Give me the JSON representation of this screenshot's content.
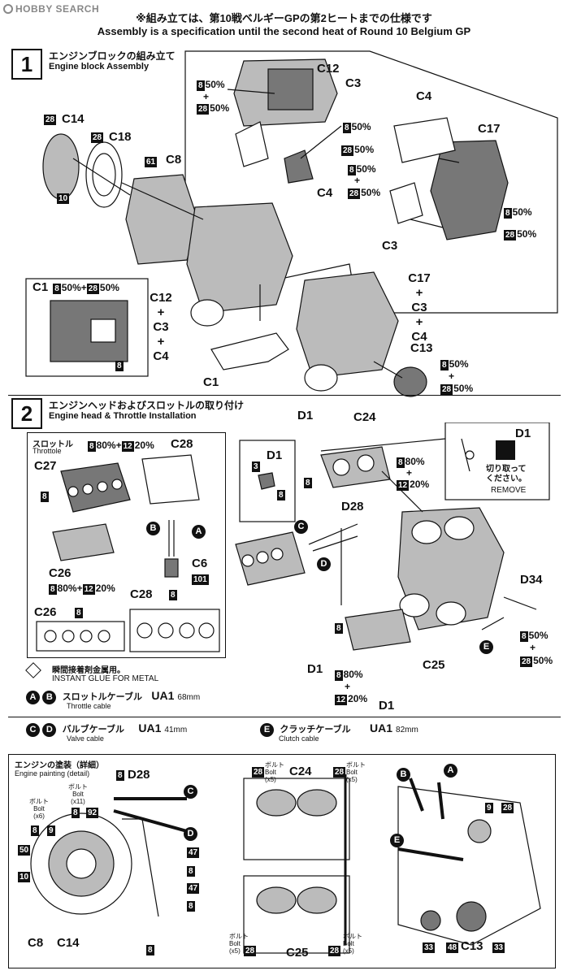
{
  "watermark": "HOBBY SEARCH",
  "header": {
    "jp": "※組み立ては、第10戦ベルギーGPの第2ヒートまでの仕様です",
    "en": "Assembly is a specification until the second heat of Round 10 Belgium GP"
  },
  "step1": {
    "number": "1",
    "title_jp": "エンジンブロックの組み立て",
    "title_en": "Engine block Assembly",
    "labels": {
      "c12": "C12",
      "c3a": "C3",
      "c4a": "C4",
      "c17a": "C17",
      "c4b": "C4",
      "c3b": "C3",
      "c14": "C14",
      "c18": "C18",
      "c8": "C8",
      "c1": "C1",
      "c13": "C13",
      "c12_stack": [
        "C12",
        "+",
        "C3",
        "+",
        "C4"
      ],
      "c17_stack": [
        "C17",
        "+",
        "C3",
        "+",
        "C4"
      ]
    },
    "codes": {
      "n28": "28",
      "n10": "10",
      "n61": "61",
      "n8": "8"
    },
    "mix_a": {
      "c1": "8",
      "p1": "50%",
      "c2": "28",
      "p2": "50%"
    },
    "c1_detail": {
      "label": "C1",
      "c1": "8",
      "p1": "50%",
      "plus": "+",
      "c2": "28",
      "p2": "50%",
      "code": "8"
    }
  },
  "step2": {
    "number": "2",
    "title_jp": "エンジンヘッドおよびスロットルの取り付け",
    "title_en": "Engine head & Throttle Installation",
    "throttle_jp": "スロットル",
    "throttle_en": "Throttole",
    "throttle_mix": {
      "c1": "8",
      "p1": "80%",
      "plus": "+",
      "c2": "12",
      "p2": "20%"
    },
    "labels": {
      "c28": "C28",
      "c27": "C27",
      "c26": "C26",
      "c6": "C6",
      "c26b": "C26",
      "c28b": "C28",
      "d1a": "D1",
      "d1b": "D1",
      "d1c": "D1",
      "d1d": "D1",
      "d1e": "D1",
      "c24": "C24",
      "d28": "D28",
      "d34": "D34",
      "c25": "C25"
    },
    "codes": {
      "n8": "8",
      "n101": "101",
      "n3": "3"
    },
    "circles": {
      "a": "A",
      "b": "B",
      "c": "C",
      "d": "D",
      "e": "E"
    },
    "remove_jp": "切り取って\nください。",
    "remove_en": "REMOVE",
    "glue_jp": "瞬間接着剤金属用。",
    "glue_en": "INSTANT GLUE FOR METAL"
  },
  "cables": [
    {
      "circles": [
        "A",
        "B"
      ],
      "jp": "スロットルケーブル",
      "en": "Throttle cable",
      "code": "UA1",
      "len": "68mm"
    },
    {
      "circles": [
        "C",
        "D"
      ],
      "jp": "バルブケーブル",
      "en": "Valve cable",
      "code": "UA1",
      "len": "41mm"
    },
    {
      "circles": [
        "E"
      ],
      "jp": "クラッチケーブル",
      "en": "Clutch cable",
      "code": "UA1",
      "len": "82mm"
    }
  ],
  "painting": {
    "title_jp": "エンジンの塗装（詳細）",
    "title_en": "Engine painting (detail)",
    "bolt_jp": "ボルト",
    "bolt_en": "Bolt",
    "x6": "(x6)",
    "x11": "(x11)",
    "x5": "(x5)",
    "labels": {
      "d28": "D28",
      "c8": "C8",
      "c14": "C14",
      "c24": "C24",
      "c25": "C25",
      "c13": "C13"
    },
    "codes": {
      "n8": "8",
      "n9": "9",
      "n92": "92",
      "n50": "50",
      "n10": "10",
      "n47": "47",
      "n28": "28",
      "n33": "33",
      "n48": "48"
    }
  },
  "colors": {
    "ink": "#111111",
    "part_fill": "#bbbbbb",
    "dark_fill": "#777777"
  }
}
